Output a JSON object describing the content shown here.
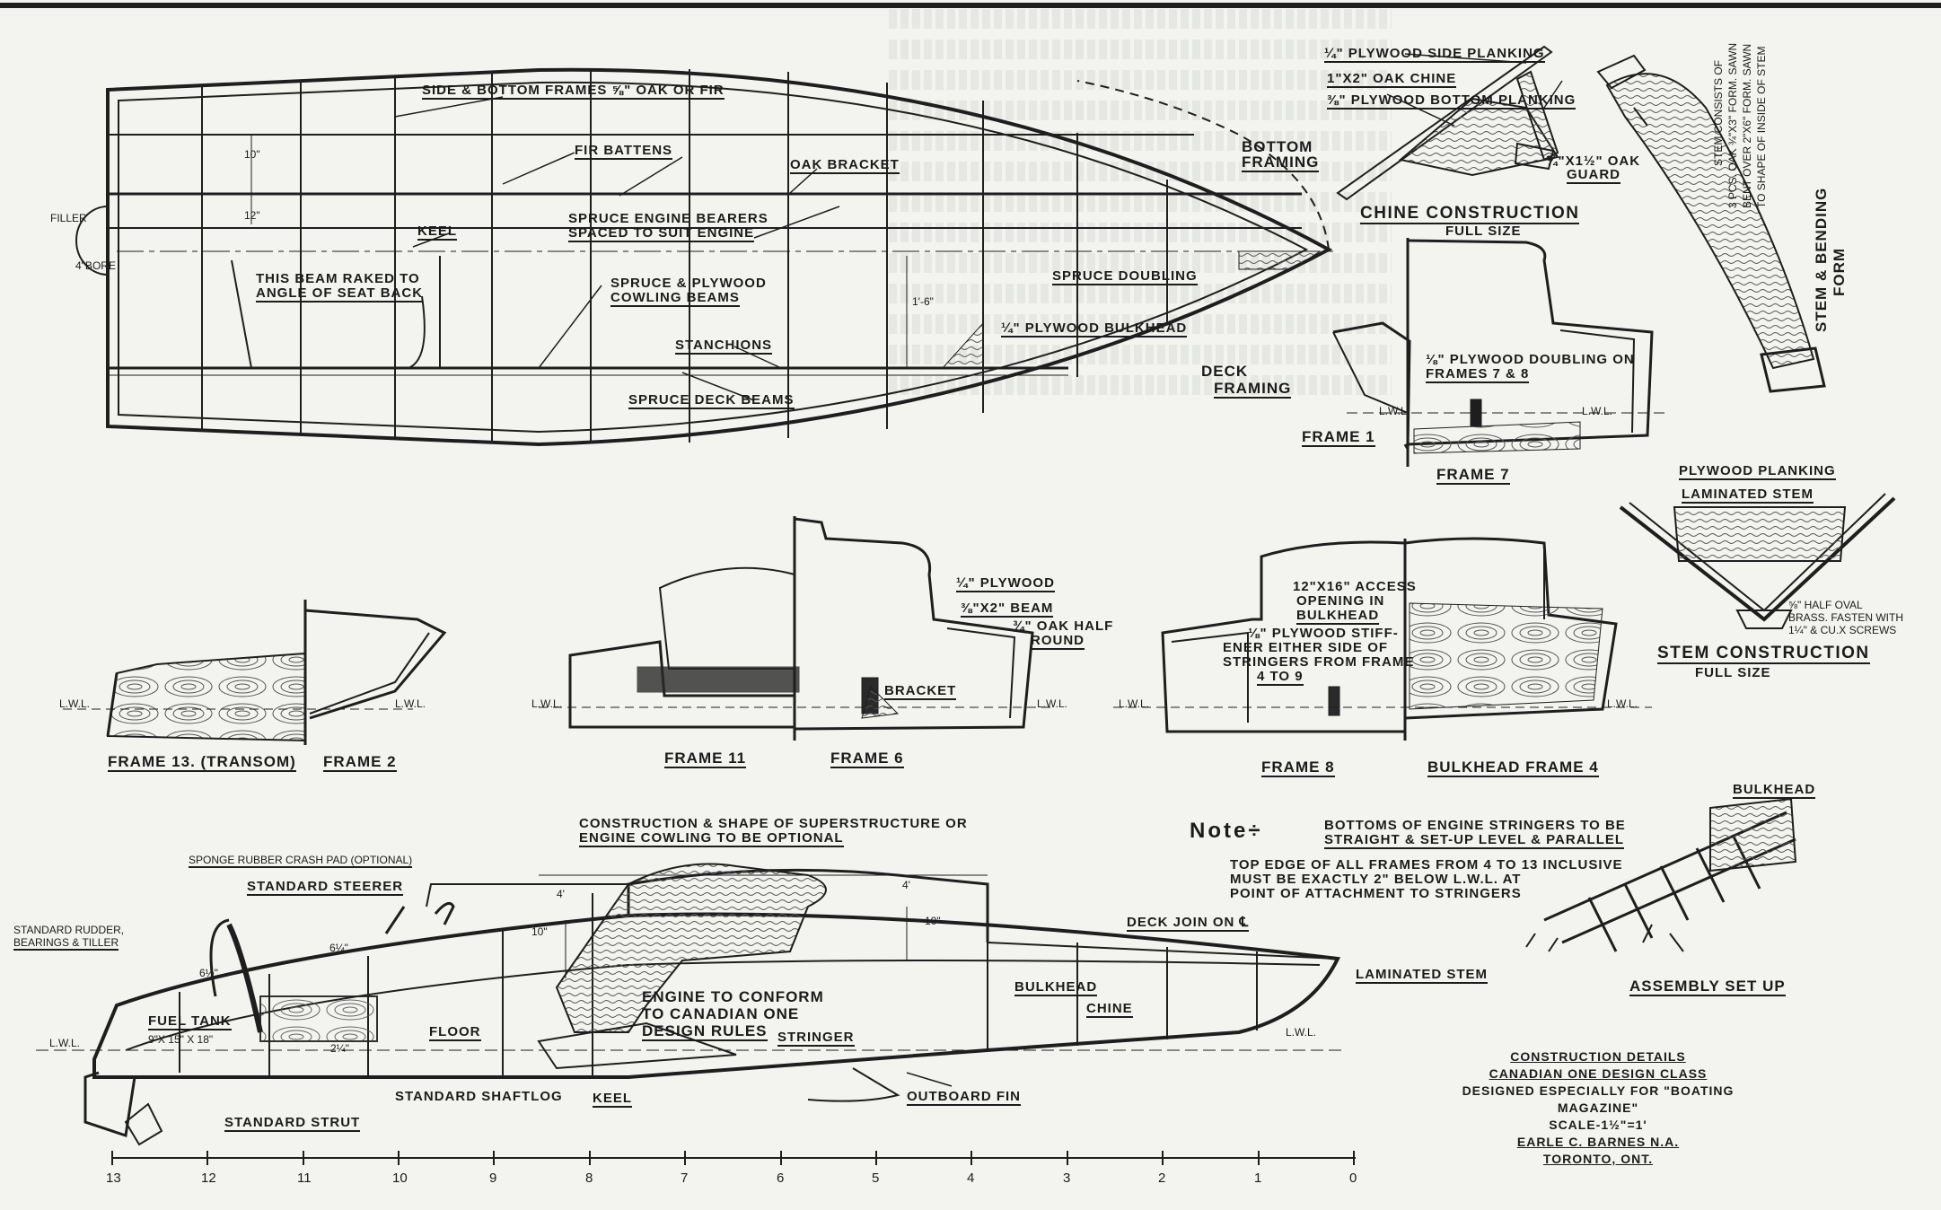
{
  "plan": {
    "labels": {
      "side_bottom_frames": "Side & Bottom Frames ⅝\" Oak Or Fir",
      "fir_battens": "Fir Battens",
      "oak_bracket": "Oak Bracket",
      "spruce_engine_bearers": "Spruce Engine Bearers",
      "spaced_to_suit_engine": "Spaced To Suit Engine",
      "keel": "Keel",
      "filler": "Filler",
      "filler_dim": "4\"Bore",
      "beam_raked_1": "This Beam Raked To",
      "beam_raked_2": "Angle Of Seat Back",
      "cowling_beams_1": "Spruce & Plywood",
      "cowling_beams_2": "Cowling Beams",
      "spruce_doubling": "Spruce Doubling",
      "plywood_bulkhead": "¼\" Plywood Bulkhead",
      "stanchions": "Stanchions",
      "spruce_deck_beams": "Spruce Deck Beams",
      "dim_10": "10\"",
      "dim_12": "12\"",
      "dim_1_6": "1'-6\"",
      "bottom_framing": "Bottom",
      "bottom_framing_2": "Framing",
      "deck_framing": "Deck",
      "deck_framing_2": "Framing"
    }
  },
  "chine": {
    "plywood_side_planking": "¼\" Plywood Side Planking",
    "oak_chine": "1\"x2\" Oak Chine",
    "plywood_bottom_planking": "⅜\" Plywood Bottom Planking",
    "oak_guard": "¾\"x1½\" Oak",
    "oak_guard_2": "Guard",
    "title": "Chine Construction",
    "subtitle": "Full Size"
  },
  "stem_form": {
    "note_1": "Stem Consists Of",
    "note_2": "3 Pcs. Oak ¾\"x3\" Form. Sawn",
    "note_3": "Bent Over 2\"x6\" Form. Sawn",
    "note_4": "To Shape Of Inside Of Stem",
    "title_1": "Stem & Bending",
    "title_2": "Form"
  },
  "frames_top": {
    "frame_1": "Frame 1",
    "frame_7": "Frame 7",
    "plywood_doubling_1": "⅛\" Plywood Doubling On",
    "plywood_doubling_2": "Frames 7 & 8",
    "lwl": "L.W.L."
  },
  "stem_construction": {
    "plywood_planking": "Plywood Planking",
    "laminated_stem": "Laminated Stem",
    "half_oval_1": "⅝\" Half Oval",
    "half_oval_2": "Brass. Fasten With",
    "half_oval_3": "1¼\" & Cu.x Screws",
    "title": "Stem Construction",
    "subtitle": "Full Size"
  },
  "frames_mid": {
    "frame_13": "Frame 13. (Transom)",
    "frame_2": "Frame 2",
    "frame_11": "Frame 11",
    "frame_6_a": "Frame 6",
    "frame_8": "Frame 8",
    "bulkhead_frame_4": "Bulkhead Frame 4",
    "plywood": "¼\" Plywood",
    "beam": "⅜\"x2\" Beam",
    "oak_half_round_1": "¾\" Oak Half",
    "oak_half_round_2": "Round",
    "bracket": "Bracket",
    "access_1": "12\"x16\" Access",
    "access_2": "Opening In",
    "access_3": "Bulkhead",
    "stiff_1": "⅛\" Plywood Stiff-",
    "stiff_2": "Ener Either Side Of",
    "stiff_3": "Stringers From Frame",
    "stiff_4": "4 To 9",
    "lwl": "L.W.L."
  },
  "notes": {
    "note_label": "Note÷",
    "construction_shape_1": "Construction & Shape Of Superstructure Or",
    "construction_shape_2": "Engine Cowling To Be Optional",
    "stringers_1": "Bottoms Of Engine Stringers To Be",
    "stringers_2": "Straight & Set-Up Level & Parallel",
    "top_edge_1": "Top Edge Of All Frames From 4 To 13 Inclusive",
    "top_edge_2": "Must Be Exactly 2\" Below L.W.L. At",
    "top_edge_3": "Point Of Attachment To Stringers"
  },
  "assembly": {
    "bulkhead": "Bulkhead",
    "title": "Assembly Set Up"
  },
  "profile": {
    "crash_pad": "Sponge Rubber Crash Pad (Optional)",
    "steerer": "Standard Steerer",
    "rudder_1": "Standard Rudder,",
    "rudder_2": "Bearings & Tiller",
    "fuel_tank_1": "Fuel Tank",
    "fuel_tank_2": "9\"x 15\" x 18\"",
    "floor": "Floor",
    "engine_1": "Engine To Conform",
    "engine_2": "To Canadian One",
    "engine_3": "Design Rules",
    "stringer": "Stringer",
    "bulkhead": "Bulkhead",
    "chine": "Chine",
    "deck_join": "Deck Join On ℄",
    "laminated_stem": "Laminated Stem",
    "shaftlog": "Standard Shaftlog",
    "keel": "Keel",
    "outboard_fin": "Outboard Fin",
    "strut": "Standard Strut",
    "dim_4a": "4'",
    "dim_4b": "4'",
    "dim_10a": "10\"",
    "dim_10b": "10\"",
    "dim_64": "6¼\"",
    "dim_65": "6½\"",
    "dim_24": "2¼\"",
    "lwl": "L.W.L."
  },
  "scale_ticks": [
    "13",
    "12",
    "11",
    "10",
    "9",
    "8",
    "7",
    "6",
    "5",
    "4",
    "3",
    "2",
    "1",
    "0"
  ],
  "title_block": {
    "line_1": "Construction Details",
    "line_2": "Canadian One Design Class",
    "line_3": "Designed Especially For \"Boating Magazine\"",
    "line_4": "Scale-1½\"=1'",
    "line_5": "Earle C. Barnes N.A.",
    "line_6": "Toronto, Ont."
  }
}
